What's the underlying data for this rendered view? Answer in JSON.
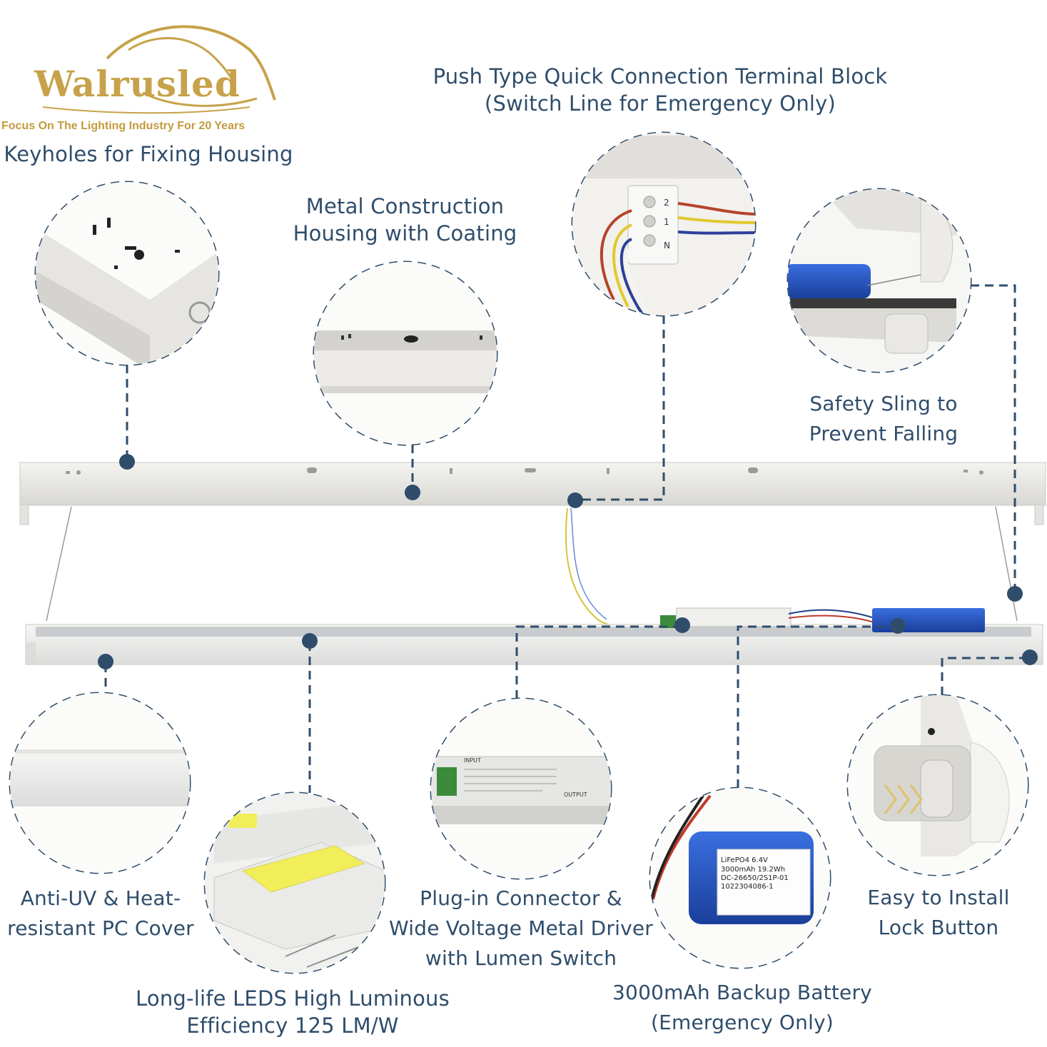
{
  "brand": {
    "name": "Walrusled",
    "tagline": "Focus On The Lighting Industry For 20 Years"
  },
  "labels": {
    "keyholes": "Keyholes for Fixing Housing",
    "metal": [
      "Metal Construction",
      "Housing with Coating"
    ],
    "terminal": [
      "Push Type Quick Connection Terminal Block",
      "(Switch Line for Emergency Only)"
    ],
    "sling": [
      "Safety Sling to",
      "Prevent Falling"
    ],
    "cover": [
      "Anti-UV & Heat-",
      "resistant PC Cover"
    ],
    "leds": [
      "Long-life LEDS High Luminous",
      "Efficiency 125 LM/W"
    ],
    "driver": [
      "Plug-in Connector &",
      "Wide Voltage Metal Driver",
      "with Lumen Switch"
    ],
    "battery": [
      "3000mAh Backup Battery",
      "(Emergency Only)"
    ],
    "lock": [
      "Easy to Install",
      "Lock Button"
    ]
  },
  "battery_print": {
    "line1": "LiFePO4  6.4V",
    "line2": "3000mAh  19.2Wh",
    "line3": "DC-26650/2S1P-01",
    "line4": "1022304086-1"
  },
  "driver_print": {
    "input": "INPUT",
    "output": "OUTPUT"
  },
  "terminal_print": {
    "pins": [
      "2",
      "1",
      "N"
    ]
  },
  "colors": {
    "accent": "#2f4d6b",
    "brand_gold": "#c7a24a",
    "housing": "#e8e7e3",
    "battery_blue": "#2557c9",
    "led_yellow": "#f2ee5a"
  }
}
